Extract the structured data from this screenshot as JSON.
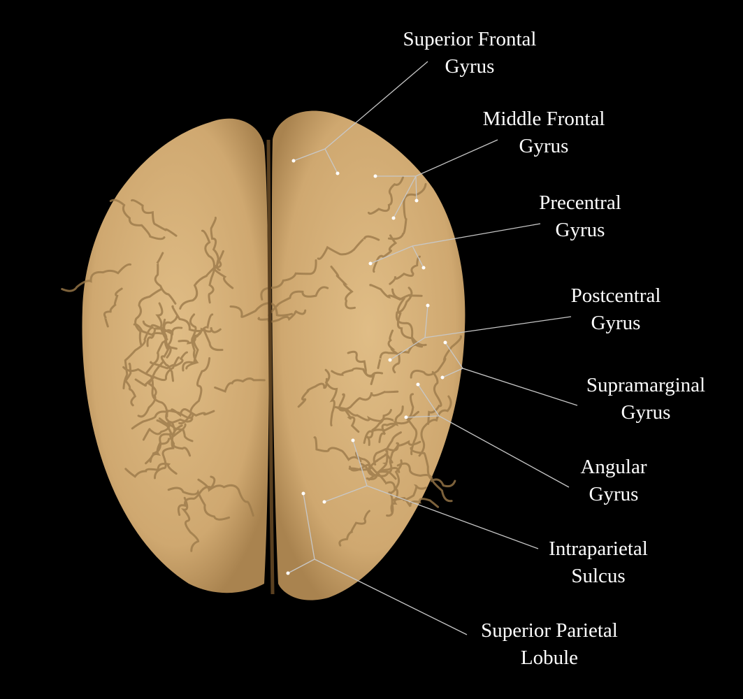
{
  "background_color": "#000000",
  "brain_color": "#d2ad74",
  "label_color": "#ffffff",
  "leader_color": "#c8c8c8",
  "labels": [
    {
      "id": "superior-frontal-gyrus",
      "lines": [
        "Superior Frontal",
        "Gyrus"
      ]
    },
    {
      "id": "middle-frontal-gyrus",
      "lines": [
        "Middle Frontal",
        "Gyrus"
      ]
    },
    {
      "id": "precentral-gyrus",
      "lines": [
        "Precentral",
        "Gyrus"
      ]
    },
    {
      "id": "postcentral-gyrus",
      "lines": [
        "Postcentral",
        "Gyrus"
      ]
    },
    {
      "id": "supramarginal-gyrus",
      "lines": [
        "Supramarginal",
        "Gyrus"
      ]
    },
    {
      "id": "angular-gyrus",
      "lines": [
        "Angular",
        "Gyrus"
      ]
    },
    {
      "id": "intraparietal-sulcus",
      "lines": [
        "Intraparietal",
        "Sulcus"
      ]
    },
    {
      "id": "superior-parietal-lobule",
      "lines": [
        "Superior Parietal",
        "Lobule"
      ]
    }
  ]
}
